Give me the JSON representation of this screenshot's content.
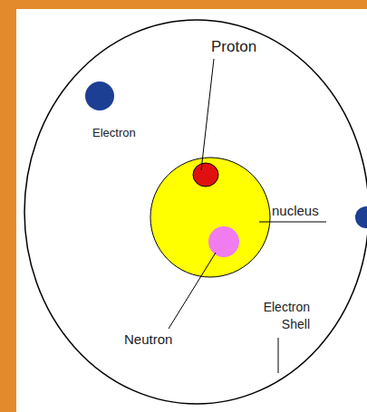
{
  "diagram": {
    "labels": [
      "Proton",
      "Electron",
      "nucleus",
      "Electron Shell",
      "Neutron"
    ]
  }
}
